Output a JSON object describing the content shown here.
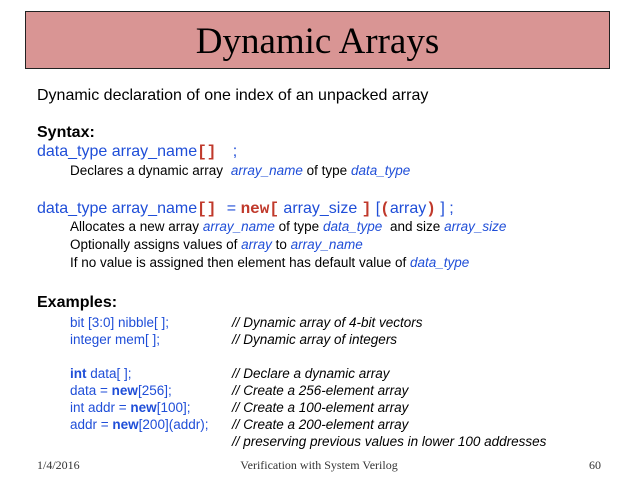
{
  "slide": {
    "title": "Dynamic Arrays",
    "intro": "Dynamic declaration of one index of an unpacked array",
    "syntax_heading": "Syntax:",
    "syntax1": {
      "code_a": "data_type array_name",
      "code_b": "[]",
      "code_c": ";",
      "desc_a": "Declares a dynamic array",
      "desc_b": "array_name",
      "desc_c": "of type",
      "desc_d": "data_type"
    },
    "syntax2": {
      "code_a": "data_type array_name",
      "code_b": "[]",
      "code_c": "=",
      "code_d": "new[",
      "code_e": "array_size",
      "code_f": "]",
      "code_g": "[",
      "code_h": "(",
      "code_i": "array",
      "code_j": ")",
      "code_k": "] ;",
      "line1_a": "Allocates a new array",
      "line1_b": "array_name",
      "line1_c": "of type",
      "line1_d": "data_type",
      "line1_e": "and size",
      "line1_f": "array_size",
      "line2_a": "Optionally assigns values of",
      "line2_b": "array",
      "line2_c": "to",
      "line2_d": "array_name",
      "line3_a": "If no value is assigned then element has default value of",
      "line3_b": "data_type"
    },
    "examples_heading": "Examples:",
    "examples": [
      {
        "code_a": "bit [3:0] nibble[ ];",
        "code_new": "",
        "code_b": "",
        "comment": "// Dynamic array of 4-bit vectors"
      },
      {
        "code_a": "integer mem[ ];",
        "code_new": "",
        "code_b": "",
        "comment": "// Dynamic array of integers"
      },
      {
        "code_a": "int",
        "code_new": "",
        "code_b": " data[ ];",
        "comment": "// Declare a dynamic array"
      },
      {
        "code_a": "data = ",
        "code_new": "new",
        "code_b": "[256];",
        "comment": "// Create a 256-element array"
      },
      {
        "code_a": "int addr = ",
        "code_new": "new",
        "code_b": "[100];",
        "comment": "// Create a 100-element array"
      },
      {
        "code_a": "addr = ",
        "code_new": "new",
        "code_b": "[200](addr);",
        "comment": "// Create a 200-element array"
      },
      {
        "code_a": "",
        "code_new": "",
        "code_b": "",
        "comment": "// preserving previous values in lower 100 addresses"
      }
    ]
  },
  "footer": {
    "date": "1/4/2016",
    "center": "Verification with System Verilog",
    "page": "60"
  }
}
